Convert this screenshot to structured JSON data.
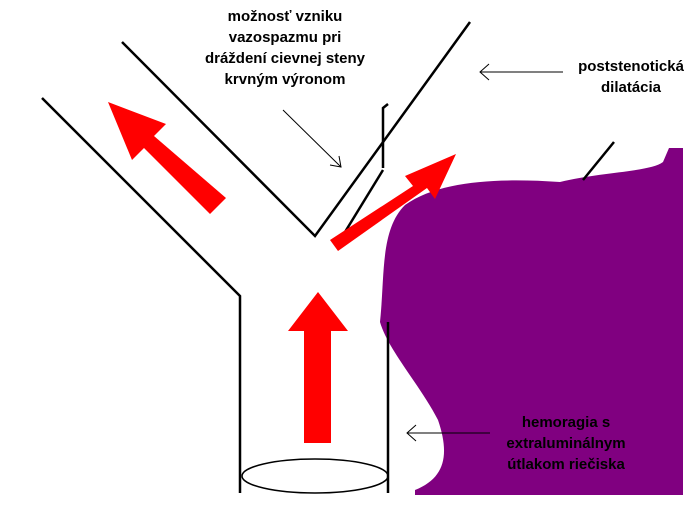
{
  "colors": {
    "background": "#ffffff",
    "stroke": "#000000",
    "arrow": "#ff0000",
    "hemorrhage": "#800080"
  },
  "labels": {
    "vasospasm": [
      "možnosť vzniku",
      "vazospazmu pri",
      "dráždení cievnej steny",
      "krvným výronom"
    ],
    "dilatation": [
      "poststenotická",
      "dilatácia"
    ],
    "hemorrhage": [
      "hemoragia s",
      "extraluminálnym",
      "útlakom riečiska"
    ]
  }
}
